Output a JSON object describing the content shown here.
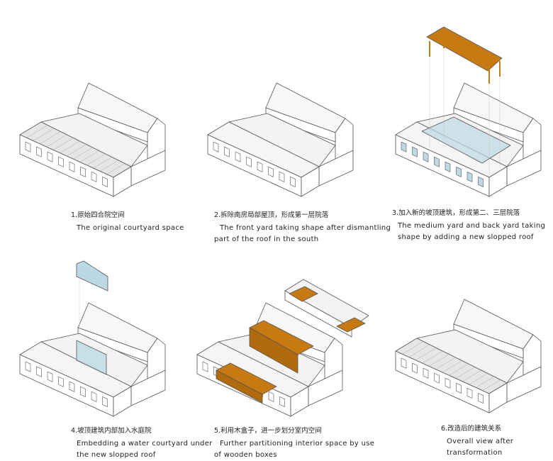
{
  "steps": [
    {
      "zh": "1.原始四合院空间",
      "en1": "The original courtyard space",
      "en2": ""
    },
    {
      "zh": "2.拆除南房局部屋顶，形成第一层院落",
      "en1": "The front yard taking shape after dismantling",
      "en2": "part of the roof in the south"
    },
    {
      "zh": "3.加入新的坡顶建筑，形成第二、三层院落",
      "en1": "The medium yard and back yard taking",
      "en2": "shape by adding a new slopped roof"
    },
    {
      "zh": "4.坡顶建筑内部加入水庭院",
      "en1": "Embedding a water courtyard under",
      "en2": "the new slopped roof"
    },
    {
      "zh": "5.利用木盒子，进一步划分室内空间",
      "en1": "Further partitioning interior space by use",
      "en2": "of wooden boxes"
    },
    {
      "zh": "6.改造后的建筑关系",
      "en1": "Overall view after",
      "en2": "transformation"
    }
  ],
  "colors": {
    "wood": "#c77a12",
    "glass": "#bcd9e3",
    "line": "#555555",
    "roof": "#e6e6e6"
  }
}
